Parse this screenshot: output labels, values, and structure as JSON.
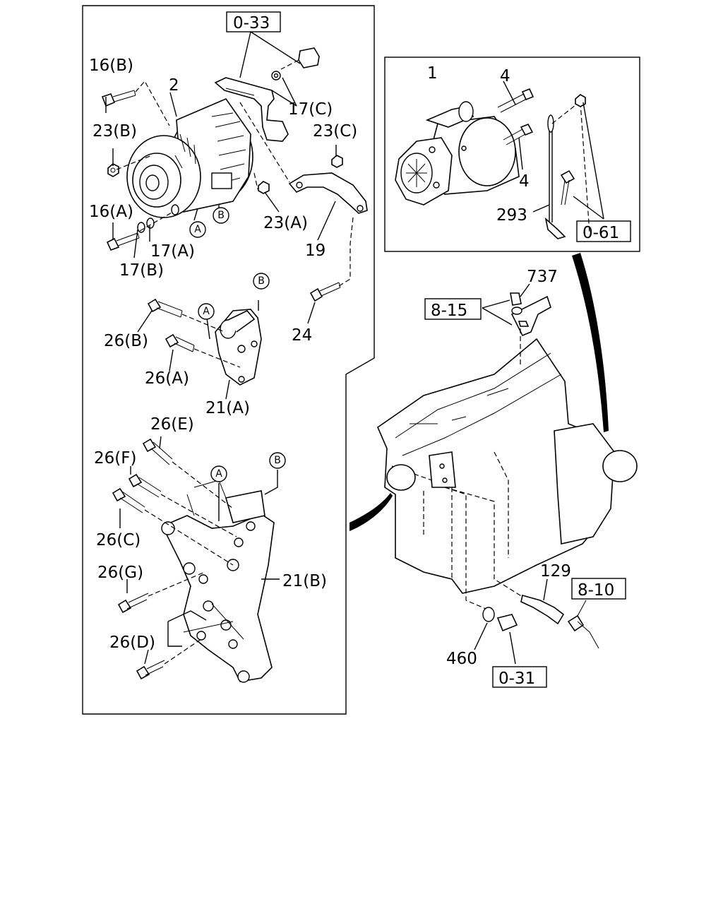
{
  "part_labels": {
    "p16b": "16(B)",
    "p2": "2",
    "p23b": "23(B)",
    "p16a": "16(A)",
    "p17a": "17(A)",
    "p17b": "17(B)",
    "p17c": "17(C)",
    "p23c": "23(C)",
    "p23a": "23(A)",
    "p19": "19",
    "p24": "24",
    "p26b": "26(B)",
    "p26a": "26(A)",
    "p21a": "21(A)",
    "p26e": "26(E)",
    "p26f": "26(F)",
    "p26c": "26(C)",
    "p26g": "26(G)",
    "p26d": "26(D)",
    "p21b": "21(B)",
    "p1": "1",
    "p4top": "4",
    "p4bot": "4",
    "p293": "293",
    "p737": "737",
    "p129": "129",
    "p460": "460"
  },
  "reference_boxes": {
    "r033": "0-33",
    "r061": "0-61",
    "r815": "8-15",
    "r810": "8-10",
    "r031": "0-31"
  },
  "circle_markers": {
    "a": "A",
    "b": "B"
  }
}
